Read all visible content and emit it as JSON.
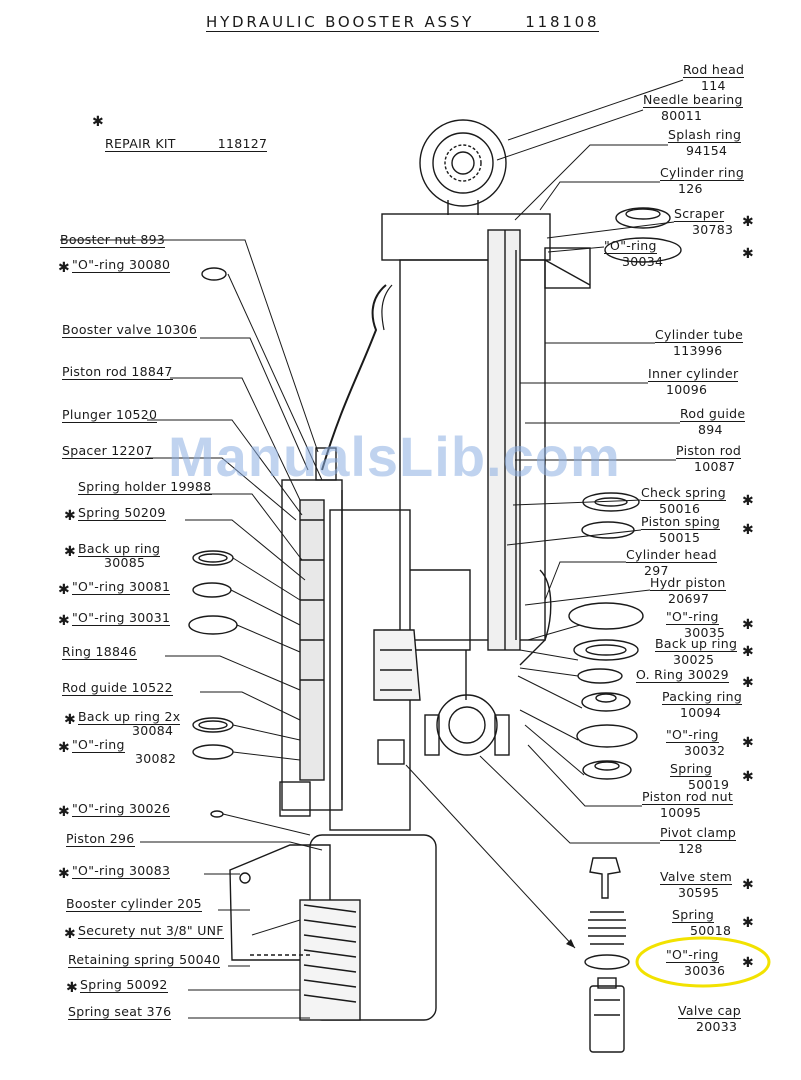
{
  "title": "HYDRAULIC  BOOSTER  ASSY",
  "title_number": "118108",
  "repair_kit": {
    "marker": "✱",
    "label": "REPAIR KIT",
    "number": "118127"
  },
  "watermark": "ManualsLib.com",
  "highlight_color": "#f2e200",
  "watermark_color": "#8cafe1",
  "left_parts": [
    {
      "label": "Booster nut  893"
    },
    {
      "label": "\"O\"-ring  30080",
      "kit": true
    },
    {
      "label": "Booster valve  10306"
    },
    {
      "label": "Piston rod  18847"
    },
    {
      "label": "Plunger  10520"
    },
    {
      "label": "Spacer  12207"
    },
    {
      "label": "Spring holder 19988"
    },
    {
      "label": "Spring     50209",
      "kit": true
    },
    {
      "label": "Back up ring",
      "number": "30085",
      "kit": true
    },
    {
      "label": "\"O\"-ring  30081",
      "kit": true
    },
    {
      "label": "\"O\"-ring  30031",
      "kit": true
    },
    {
      "label": "Ring  18846"
    },
    {
      "label": "Rod guide  10522"
    },
    {
      "label": "Back up ring  2x",
      "number": "30084",
      "kit": true
    },
    {
      "label": "\"O\"-ring",
      "number": "30082",
      "kit": true
    },
    {
      "label": "\"O\"-ring    30026",
      "kit": true
    },
    {
      "label": "Piston   296"
    },
    {
      "label": "\"O\"-ring    30083",
      "kit": true
    },
    {
      "label": "Booster cylinder 205"
    },
    {
      "label": "Securety nut  3/8\" UNF",
      "kit": true
    },
    {
      "label": "Retaining spring 50040"
    },
    {
      "label": "Spring    50092",
      "kit": true
    },
    {
      "label": "Spring seat  376"
    }
  ],
  "right_parts": [
    {
      "label": "Rod head",
      "number": "114"
    },
    {
      "label": "Needle bearing",
      "number": "80011"
    },
    {
      "label": "Splash ring",
      "number": "94154"
    },
    {
      "label": "Cylinder ring",
      "number": "126"
    },
    {
      "label": "Scraper",
      "number": "30783",
      "kit": true
    },
    {
      "label": "\"O\"-ring",
      "number": "30034",
      "kit": true
    },
    {
      "label": "Cylinder tube",
      "number": "113996"
    },
    {
      "label": "Inner cylinder",
      "number": "10096"
    },
    {
      "label": "Rod guide",
      "number": "894"
    },
    {
      "label": "Piston rod",
      "number": "10087"
    },
    {
      "label": "Check spring",
      "number": "50016",
      "kit": true
    },
    {
      "label": "Piston sping",
      "number": "50015",
      "kit": true
    },
    {
      "label": "Cylinder head",
      "number": "297"
    },
    {
      "label": "Hydr   piston",
      "number": "20697"
    },
    {
      "label": "\"O\"-ring",
      "number": "30035",
      "kit": true
    },
    {
      "label": "Back up ring",
      "number": "30025",
      "kit": true
    },
    {
      "label": "O. Ring  30029",
      "kit": true
    },
    {
      "label": "Packing ring",
      "number": "10094"
    },
    {
      "label": "\"O\"-ring",
      "number": "30032",
      "kit": true
    },
    {
      "label": "Spring",
      "number": "50019",
      "kit": true
    },
    {
      "label": "Piston rod nut",
      "number": "10095"
    },
    {
      "label": "Pivot clamp",
      "number": "128"
    },
    {
      "label": "Valve stem",
      "number": "30595",
      "kit": true
    },
    {
      "label": "Spring",
      "number": "50018",
      "kit": true
    },
    {
      "label": "\"O\"-ring",
      "number": "30036",
      "kit": true,
      "highlighted": true
    },
    {
      "label": "Valve cap",
      "number": "20033"
    }
  ]
}
